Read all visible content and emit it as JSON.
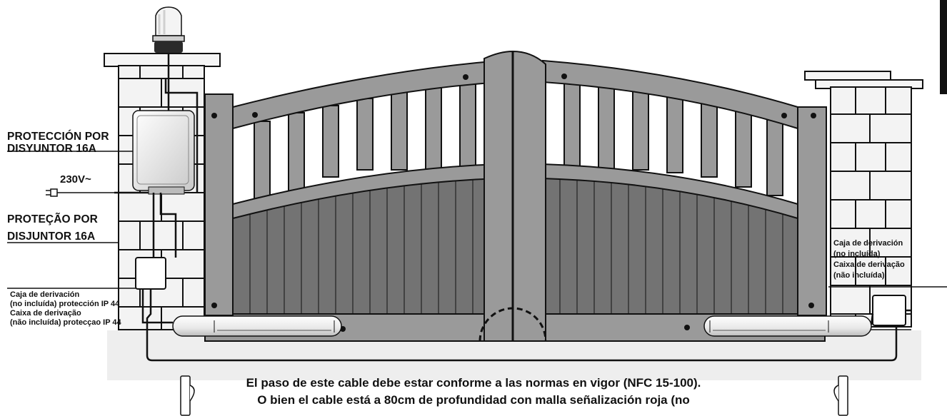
{
  "labels": {
    "protection_es_1": "PROTECCIÓN POR",
    "protection_es_2": "DISYUNTOR 16A",
    "voltage": "230V~",
    "protection_pt_1": "PROTEÇÃO POR",
    "protection_pt_2": "DISJUNTOR 16A",
    "left_box_1": "Caja de derivación",
    "left_box_2": "(no incluída) protección IP 44",
    "left_box_3": "Caixa de derivação",
    "left_box_4": "(não incluída) protecçao IP 44",
    "right_box_1": "Caja de derivación",
    "right_box_2": "(no incluída)",
    "right_box_3": "Caixa de derivação",
    "right_box_4": "(não incluída)"
  },
  "note": {
    "line1": "El paso de este cable debe estar conforme a las normas en vigor (NFC 15-100).",
    "line2": "O bien el cable está a 80cm de profundidad con malla señalización roja (no"
  },
  "colors": {
    "gate_frame": "#9a9a9a",
    "gate_panel": "#737373",
    "outline": "#111111",
    "ground": "#eeeeee",
    "brick": "#f2f2f2"
  }
}
